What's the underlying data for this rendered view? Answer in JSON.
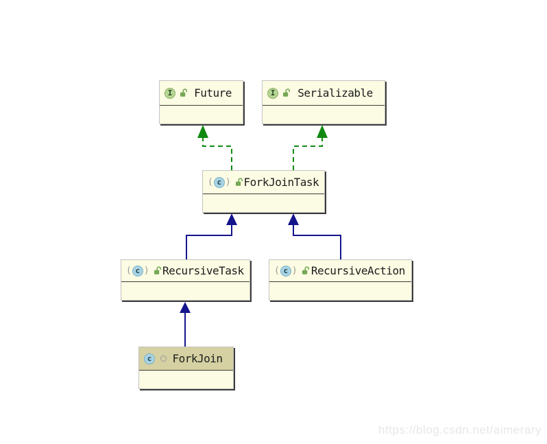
{
  "diagram": {
    "nodes": [
      {
        "name": "Future",
        "stereotype": "interface",
        "icon_letter": "I",
        "visibility": "public"
      },
      {
        "name": "Serializable",
        "stereotype": "interface",
        "icon_letter": "I",
        "visibility": "public"
      },
      {
        "name": "ForkJoinTask",
        "stereotype": "abstract class",
        "icon_letter": "c",
        "visibility": "public"
      },
      {
        "name": "RecursiveTask",
        "stereotype": "abstract class",
        "icon_letter": "c",
        "visibility": "public"
      },
      {
        "name": "RecursiveAction",
        "stereotype": "abstract class",
        "icon_letter": "c",
        "visibility": "public"
      },
      {
        "name": "ForkJoin",
        "stereotype": "class",
        "icon_letter": "c",
        "visibility": "package-private"
      }
    ],
    "edges": [
      {
        "from": "ForkJoinTask",
        "to": "Future",
        "type": "implements"
      },
      {
        "from": "ForkJoinTask",
        "to": "Serializable",
        "type": "implements"
      },
      {
        "from": "RecursiveTask",
        "to": "ForkJoinTask",
        "type": "extends"
      },
      {
        "from": "RecursiveAction",
        "to": "ForkJoinTask",
        "type": "extends"
      },
      {
        "from": "ForkJoin",
        "to": "RecursiveTask",
        "type": "extends"
      }
    ],
    "colors": {
      "implements_edge": "#118a11",
      "extends_edge": "#14148c",
      "node_fill": "#fcfbe3",
      "selected_header": "#d5d1a2"
    }
  },
  "watermark": {
    "text": "https://blog.csdn.net/aimerary"
  }
}
